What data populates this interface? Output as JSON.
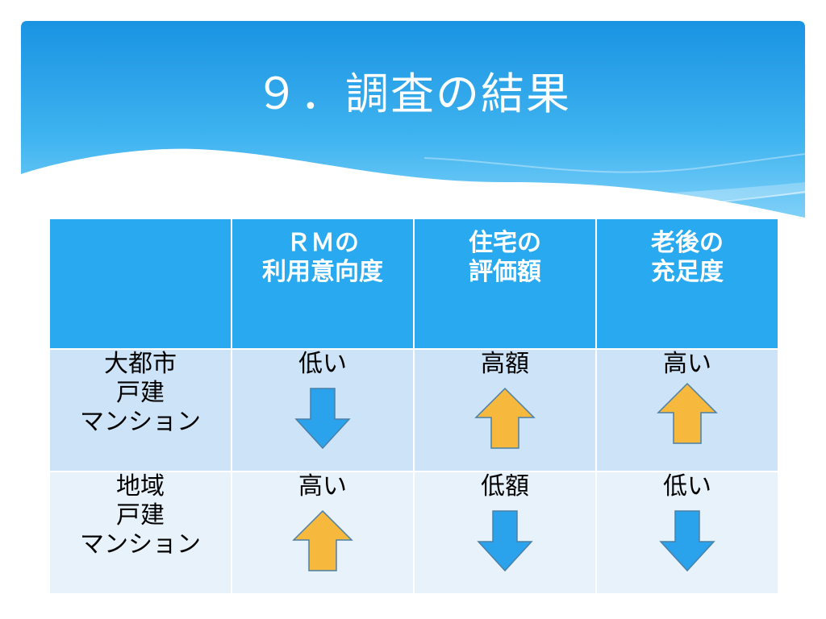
{
  "slide": {
    "title": "９．調査の結果"
  },
  "table": {
    "columns": [
      "",
      "ＲＭの\n利用意向度",
      "住宅の\n評価額",
      "老後の\n充足度"
    ],
    "rows": [
      {
        "label": "大都市\n戸建\nマンション",
        "cells": [
          {
            "text": "低い",
            "arrow": "down"
          },
          {
            "text": "高額",
            "arrow": "up"
          },
          {
            "text": "高い",
            "arrow": "up"
          }
        ]
      },
      {
        "label": "地域\n戸建\nマンション",
        "cells": [
          {
            "text": "高い",
            "arrow": "up"
          },
          {
            "text": "低額",
            "arrow": "down"
          },
          {
            "text": "低い",
            "arrow": "down"
          }
        ]
      }
    ]
  },
  "colors": {
    "header_blue": "#29aaf0",
    "up_arrow": "#f7b93d",
    "down_arrow": "#2ba3ec",
    "arrow_stroke": "#4a7fa6"
  },
  "icons": {
    "up": "up-arrow-icon",
    "down": "down-arrow-icon"
  }
}
